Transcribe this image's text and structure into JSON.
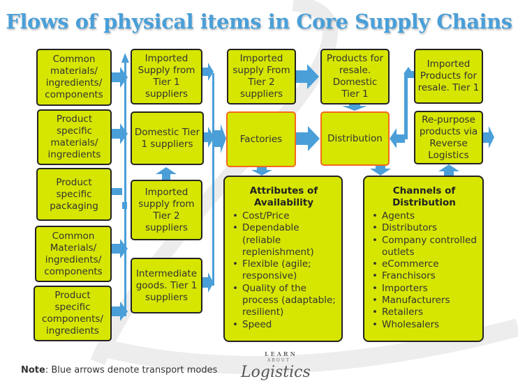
{
  "title": "Flows of physical items in Core Supply Chains",
  "colors": {
    "box_fill": "#d6e600",
    "box_border": "#222222",
    "highlight_border": "#f26a1b",
    "arrow": "#4a9fd8",
    "title": "#4a9fd8"
  },
  "column1": [
    "Common materials/ ingredients/ components",
    "Product specific materials/ ingredients",
    "Product specific packaging",
    "Common Materials/ ingredients/ components",
    "Product specific components/ ingredients"
  ],
  "column2": [
    "Imported Supply from Tier 1 suppliers",
    "Domestic Tier 1 suppliers",
    "Imported supply from Tier 2 suppliers",
    "Intermediate goods. Tier 1 suppliers"
  ],
  "imported_tier2": "Imported supply From Tier 2 suppliers",
  "factories": "Factories",
  "products_resale": "Products for resale. Domestic Tier 1",
  "distribution": "Distribution",
  "imported_products": "Imported Products for resale. Tier 1",
  "repurpose": "Re-purpose products via Reverse Logistics",
  "attributes": {
    "heading": "Attributes of Availability",
    "items": [
      "Cost/Price",
      "Dependable (reliable replenishment)",
      "Flexible (agile; responsive)",
      "Quality of the process (adaptable; resilient)",
      "Speed"
    ]
  },
  "channels": {
    "heading": "Channels of Distribution",
    "items": [
      "Agents",
      "Distributors",
      "Company controlled outlets",
      "eCommerce",
      "Franchisors",
      "Importers",
      "Manufacturers",
      "Retailers",
      "Wholesalers"
    ]
  },
  "note": {
    "label": "Note",
    "text": ": Blue arrows denote transport modes"
  },
  "logo": {
    "top": "LEARN",
    "middle": "ABOUT",
    "main": "Logistics"
  }
}
